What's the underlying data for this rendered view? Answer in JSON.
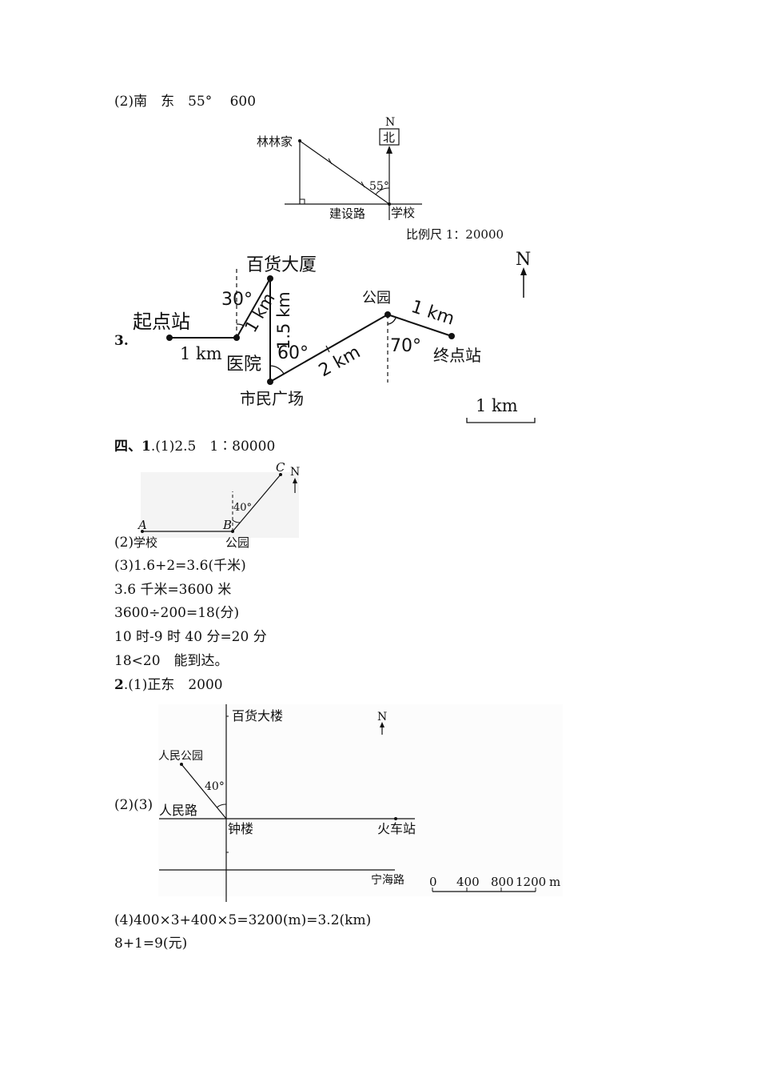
{
  "part2": {
    "answer": "(2)南　东　55°　 600",
    "fig": {
      "north_letter": "N",
      "north_box": "北",
      "home": "林林家",
      "angle": "55°",
      "road": "建设路",
      "school": "学校",
      "scale": "比例尺 1：20000"
    }
  },
  "part3": {
    "num": "3",
    "fig": {
      "start": "起点站",
      "d1": "1 km",
      "hospital": "医院",
      "dept": "百货大厦",
      "a30": "30°",
      "d_1km_slant": "1 km",
      "d_1_5km": "1.5 km",
      "a60": "60°",
      "square": "市民广场",
      "d_2km": "2 km",
      "park": "公园",
      "d_1km_b": "1 km",
      "a70": "70°",
      "end": "终点站",
      "north": "N",
      "scale": "1 km"
    }
  },
  "section4": {
    "head": "四、",
    "q1_num": "1",
    "q1_ans": ".(1)2.5　1∶80000",
    "fig1": {
      "C": "C",
      "N": "N",
      "angle": "40°",
      "A": "A",
      "B": "B",
      "school": "学校",
      "park": "公园"
    },
    "q1_2": "(2)",
    "lines": [
      "(3)1.6+2=3.6(千米)",
      "3.6 千米=3600 米",
      "3600÷200=18(分)",
      "10 时-9 时 40 分=20 分",
      "18<20　能到达。"
    ],
    "q2_num": "2",
    "q2_ans": ".(1)正东　2000",
    "q2_23": "(2)(3)",
    "fig2": {
      "dept": "百货大楼",
      "N": "N",
      "park": "人民公园",
      "angle": "40°",
      "road1": "人民路",
      "tower": "钟楼",
      "station": "火车站",
      "road2": "宁海路",
      "scale_labels": [
        "0",
        "400",
        "800",
        "1200",
        "m"
      ]
    },
    "q2_4a": "(4)400×3+400×5=3200(m)=3.2(km)",
    "q2_4b": "8+1=9(元)"
  }
}
